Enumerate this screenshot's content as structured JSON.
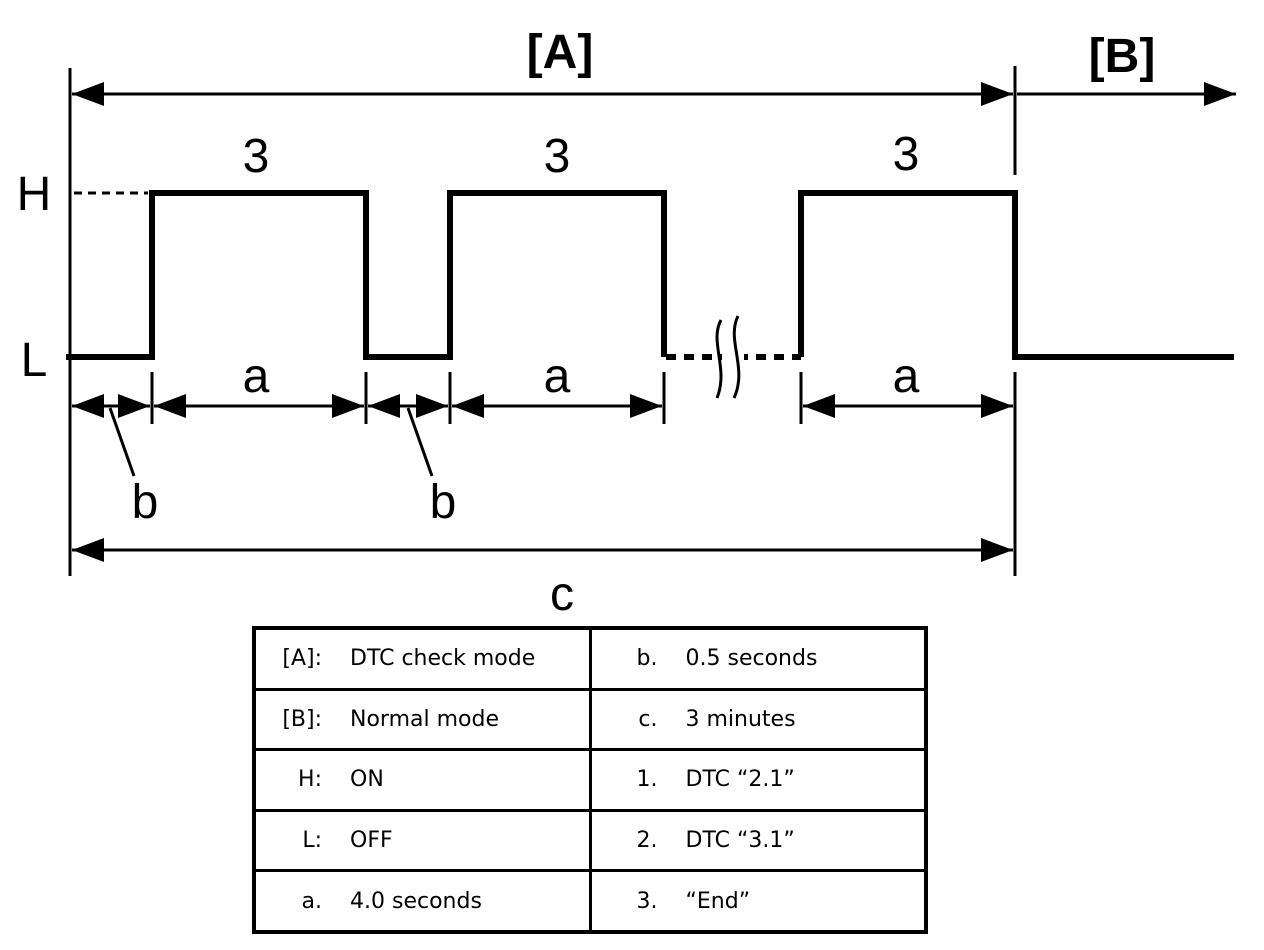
{
  "diagram": {
    "section_a": "[A]",
    "section_b": "[B]",
    "level_high": "H",
    "level_low": "L",
    "pulse_labels": [
      "3",
      "3",
      "3"
    ],
    "duration_a_labels": [
      "a",
      "a",
      "a"
    ],
    "duration_b_labels": [
      "b",
      "b"
    ],
    "total_label": "c"
  },
  "legend": {
    "rows": [
      {
        "left_key": "[A]:",
        "left_value": "DTC check mode",
        "right_key": "b.",
        "right_value": "0.5 seconds"
      },
      {
        "left_key": "[B]:",
        "left_value": "Normal mode",
        "right_key": "c.",
        "right_value": "3 minutes"
      },
      {
        "left_key": "H:",
        "left_value": "ON",
        "right_key": "1.",
        "right_value": "DTC “2.1”"
      },
      {
        "left_key": "L:",
        "left_value": "OFF",
        "right_key": "2.",
        "right_value": "DTC “3.1”"
      },
      {
        "left_key": "a.",
        "left_value": "4.0 seconds",
        "right_key": "3.",
        "right_value": "“End”"
      }
    ]
  }
}
